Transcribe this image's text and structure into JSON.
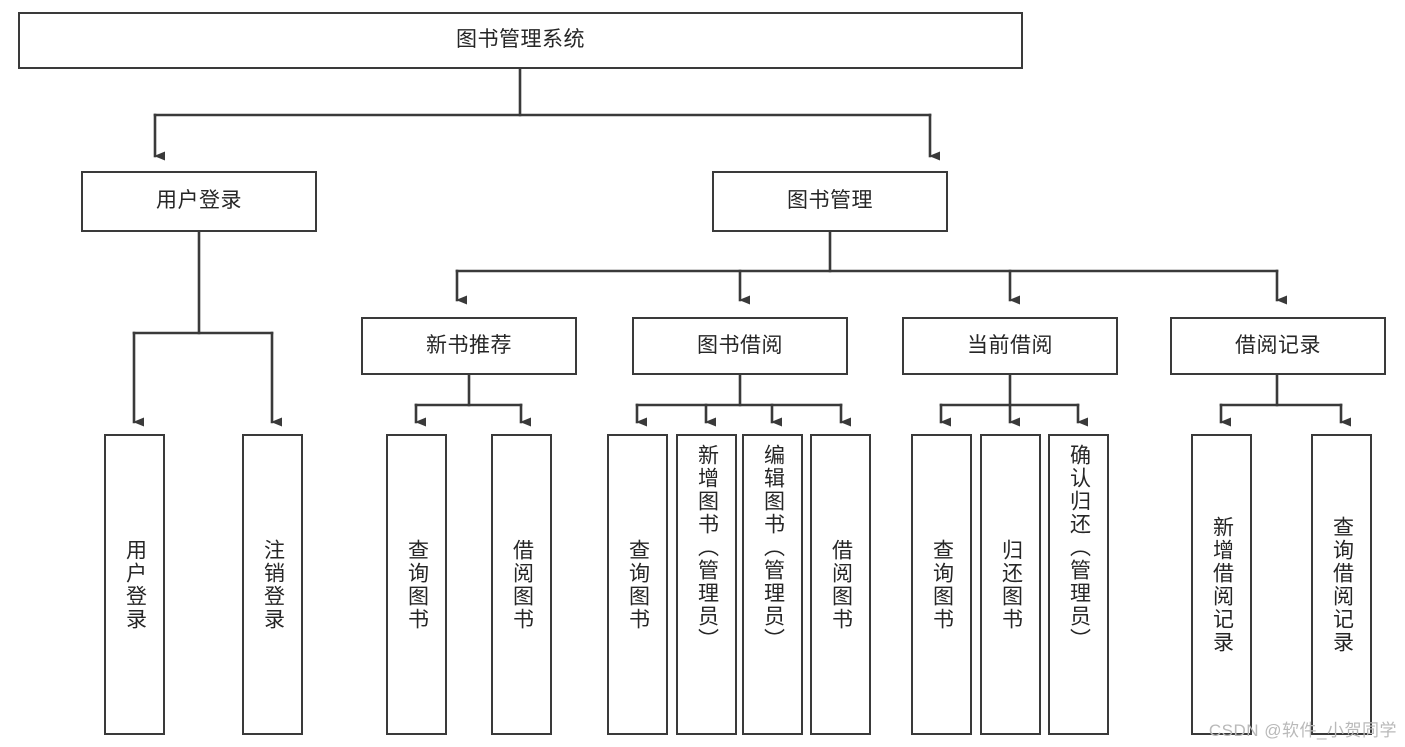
{
  "diagram": {
    "type": "tree",
    "title": "图书管理系统",
    "watermark": "CSDN @软件_小贺同学",
    "colors": {
      "stroke": "#3a3a3a",
      "fill": "#ffffff",
      "text": "#262626",
      "watermark": "#b9b9b9"
    },
    "nodes": {
      "root": {
        "label": "图书管理系统"
      },
      "level2": [
        {
          "id": "user-login",
          "label": "用户登录"
        },
        {
          "id": "book-manage",
          "label": "图书管理"
        }
      ],
      "level3": [
        {
          "id": "new-book-rec",
          "label": "新书推荐"
        },
        {
          "id": "book-borrow",
          "label": "图书借阅"
        },
        {
          "id": "current-borrow",
          "label": "当前借阅"
        },
        {
          "id": "borrow-record",
          "label": "借阅记录"
        }
      ],
      "leaves": {
        "user_login": [
          {
            "id": "leaf-user-login",
            "label": "用户登录"
          },
          {
            "id": "leaf-logout-login",
            "label": "注销登录"
          }
        ],
        "new_book_rec": [
          {
            "id": "leaf-query-book-1",
            "label": "查询图书"
          },
          {
            "id": "leaf-borrow-book-1",
            "label": "借阅图书"
          }
        ],
        "book_borrow": [
          {
            "id": "leaf-query-book-2",
            "label": "查询图书"
          },
          {
            "id": "leaf-add-book",
            "label": "新增图书（管理员）"
          },
          {
            "id": "leaf-edit-book",
            "label": "编辑图书（管理员）"
          },
          {
            "id": "leaf-borrow-book-2",
            "label": "借阅图书"
          }
        ],
        "current_borrow": [
          {
            "id": "leaf-query-book-3",
            "label": "查询图书"
          },
          {
            "id": "leaf-return-book",
            "label": "归还图书"
          },
          {
            "id": "leaf-confirm-return",
            "label": "确认归还（管理员）"
          }
        ],
        "borrow_record": [
          {
            "id": "leaf-add-record",
            "label": "新增借阅记录"
          },
          {
            "id": "leaf-query-record",
            "label": "查询借阅记录"
          }
        ]
      }
    }
  }
}
